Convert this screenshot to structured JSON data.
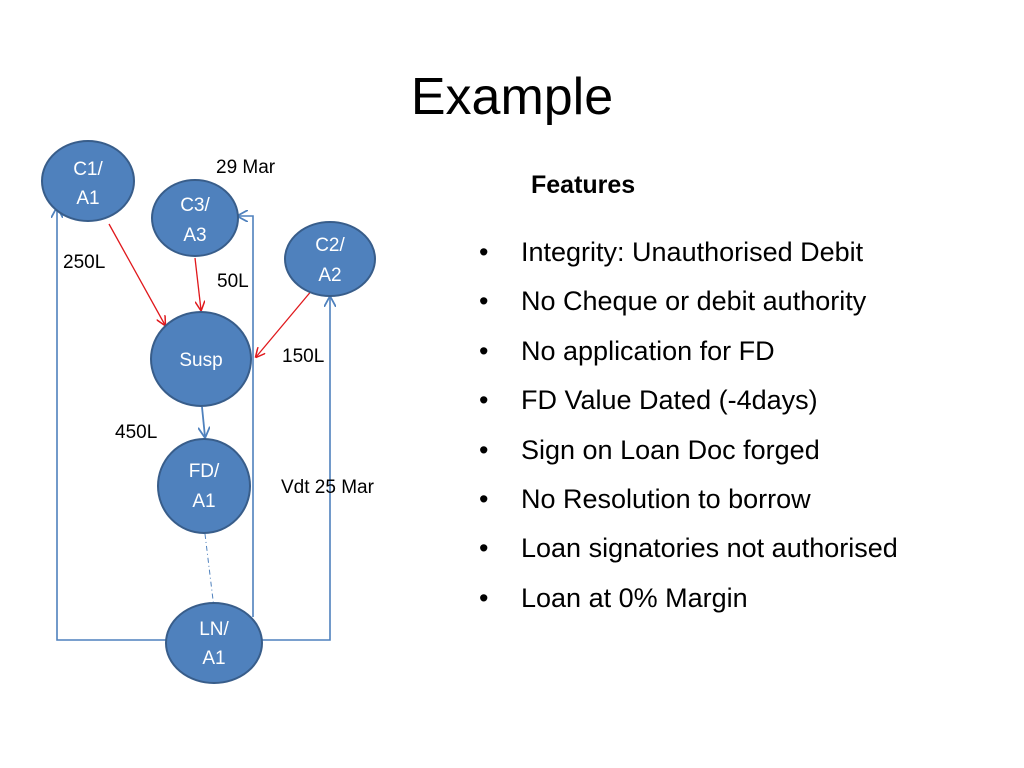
{
  "slide": {
    "title": "Example"
  },
  "colors": {
    "node_fill": "#4f81bd",
    "node_stroke": "#385d8a",
    "debit_arrow": "#e0181c",
    "blue_arrow": "#4f81bd"
  },
  "diagram": {
    "nodes": [
      {
        "id": "c1a1",
        "lines": [
          "C1/",
          "A1"
        ]
      },
      {
        "id": "c3a3",
        "lines": [
          "C3/",
          "A3"
        ]
      },
      {
        "id": "c2a2",
        "lines": [
          "C2/",
          "A2"
        ]
      },
      {
        "id": "susp",
        "lines": [
          "Susp"
        ]
      },
      {
        "id": "fda1",
        "lines": [
          "FD/",
          "A1"
        ]
      },
      {
        "id": "lna1",
        "lines": [
          "LN/",
          "A1"
        ]
      }
    ],
    "labels": {
      "date_29": "29 Mar",
      "amt_250": "250L",
      "amt_50": "50L",
      "amt_150": "150L",
      "amt_450": "450L",
      "value_date": "Vdt 25 Mar"
    }
  },
  "features": {
    "heading": "Features",
    "items": [
      "Integrity: Unauthorised Debit",
      "No Cheque or debit authority",
      "No application for FD",
      "FD Value Dated (-4days)",
      "Sign on Loan Doc forged",
      "No Resolution to borrow",
      "Loan signatories not authorised",
      "Loan at 0% Margin"
    ]
  }
}
